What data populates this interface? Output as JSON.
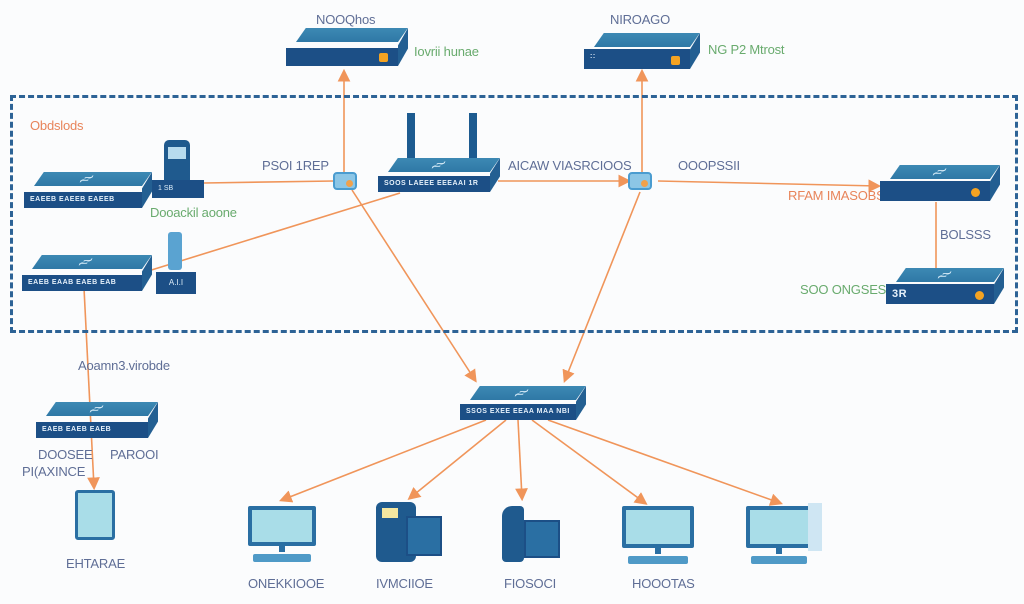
{
  "diagram": {
    "type": "network-topology",
    "colors": {
      "device_primary": "#1c4f86",
      "device_top": "#3382b0",
      "link": "#f0955a",
      "zone_border": "#2d6396",
      "label_orange": "#e8845a",
      "label_green": "#69ab6e",
      "label_slate": "#5f6e96"
    },
    "zone": {
      "label": "Obdslods"
    },
    "nodes": {
      "top_switch_left": {
        "title": "NOOQhos",
        "side_label": "Iovrii hunae"
      },
      "top_switch_right": {
        "title": "NIROAGO",
        "side_label": "NG P2 Mtrost",
        "badge": "::"
      },
      "left_switch_1": {
        "front_text": "EAEEB EAEEB EAEEB"
      },
      "left_switch_2": {
        "front_text": "EAEB EAAB EAEB EAB"
      },
      "server_upper": {
        "label": "Dooackil aoone",
        "front_text": "1 SB"
      },
      "server_lower": {
        "front_text": "A.I.I"
      },
      "connector_left": {
        "label": "PSOI 1REP"
      },
      "router_center": {
        "front_text": "SOOS LAEEE EEEAAI 1R"
      },
      "connector_right": {
        "label_left": "AICAW VIASRCIOOS",
        "label_right": "OOOPSSII"
      },
      "right_switch_upper": {
        "label": "RFAM IMASOBS"
      },
      "right_switch_lower": {
        "label": "SOO ONGSES",
        "front_text": "3R",
        "link_label": "BOLSSS"
      },
      "access_switch": {
        "front_text": "EAEB EAEB EAEB",
        "uplink_label": "Aoamn3.virobde",
        "label_left_1": "DOOSEE",
        "label_left_2": "PI(AXINCE",
        "label_right": "PAROOI"
      },
      "tablet": {
        "label": "EHTARAE"
      },
      "core_switch": {
        "front_text": "SSOS EXEE EEAA MAA  NBI"
      },
      "endpoints": [
        {
          "type": "desktop",
          "label": "ONEKKIOOE"
        },
        {
          "type": "voip-station",
          "label": "IVMCIIOE"
        },
        {
          "type": "ip-phone",
          "label": "FIOSOCI"
        },
        {
          "type": "workstation",
          "label": "HOOOTAS"
        },
        {
          "type": "workstation",
          "label": ""
        }
      ]
    }
  }
}
